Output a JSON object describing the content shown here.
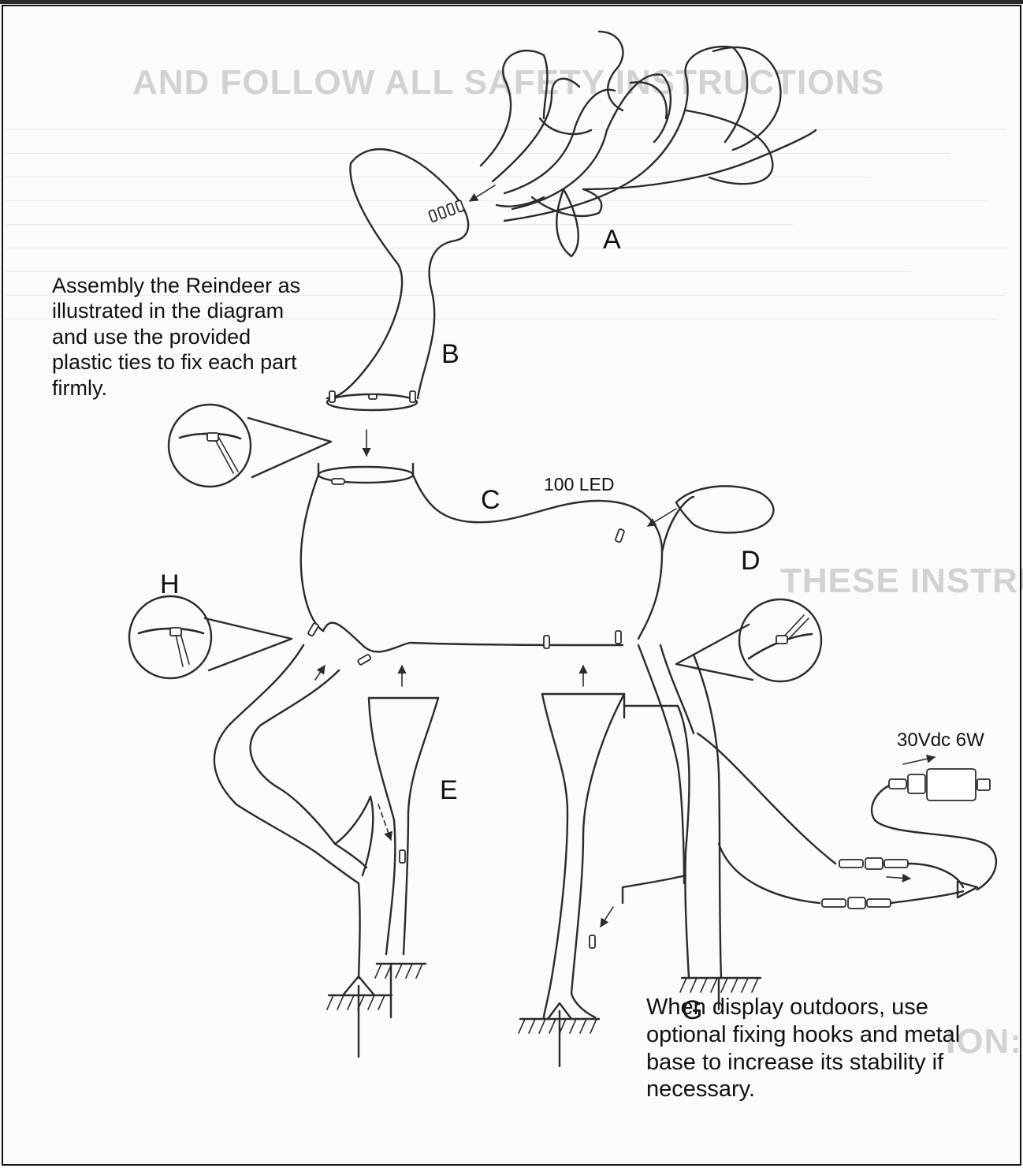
{
  "labels": {
    "a": "A",
    "b": "B",
    "c": "C",
    "d": "D",
    "e": "E",
    "g": "G",
    "h": "H"
  },
  "led_count": "100 LED",
  "power_spec": "30Vdc  6W",
  "assembly_note": "Assembly the Reindeer as illustrated in the diagram and use the provided plastic ties to fix each part firmly.",
  "outdoor_note": "When display outdoors, use optional fixing hooks and metal base to  increase its stability if necessary.",
  "bleed_through": {
    "heading_1": "AND FOLLOW ALL SAFETY INSTRUCTIONS",
    "heading_2": "THESE INSTRUCTIONS",
    "heading_3": "ION:"
  },
  "colors": {
    "ink": "#2b2b2b",
    "paper": "#fbfbfb",
    "ghost": "#d2d2d2"
  }
}
